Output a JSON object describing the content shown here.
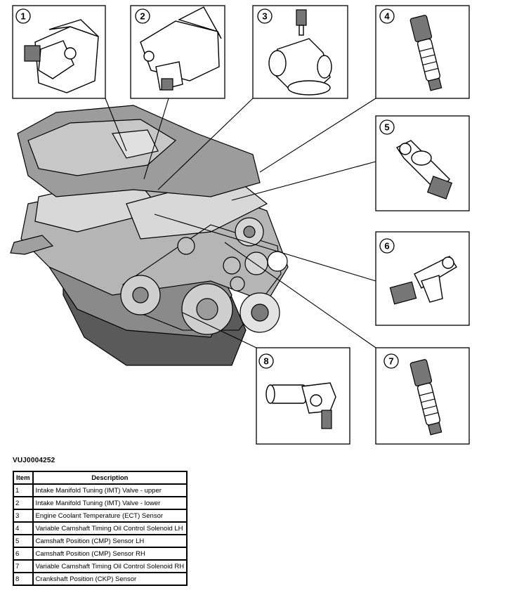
{
  "figure_code": "VUJ0004252",
  "callouts": [
    {
      "number": "1"
    },
    {
      "number": "2"
    },
    {
      "number": "3"
    },
    {
      "number": "4"
    },
    {
      "number": "5"
    },
    {
      "number": "6"
    },
    {
      "number": "7"
    },
    {
      "number": "8"
    }
  ],
  "legend": {
    "headers": {
      "item": "Item",
      "description": "Description"
    },
    "rows": [
      {
        "item": "1",
        "description": "Intake Manifold Tuning (IMT) Valve - upper"
      },
      {
        "item": "2",
        "description": "Intake Manifold Tuning (IMT) Valve - lower"
      },
      {
        "item": "3",
        "description": "Engine Coolant Temperature (ECT) Sensor"
      },
      {
        "item": "4",
        "description": "Variable Camshaft Timing Oil Control Solenoid LH"
      },
      {
        "item": "5",
        "description": "Camshaft Position (CMP) Sensor LH"
      },
      {
        "item": "6",
        "description": "Camshaft Position (CMP) Sensor RH"
      },
      {
        "item": "7",
        "description": "Variable Camshaft Timing Oil Control Solenoid RH"
      },
      {
        "item": "8",
        "description": "Crankshaft Position (CKP) Sensor"
      }
    ]
  }
}
